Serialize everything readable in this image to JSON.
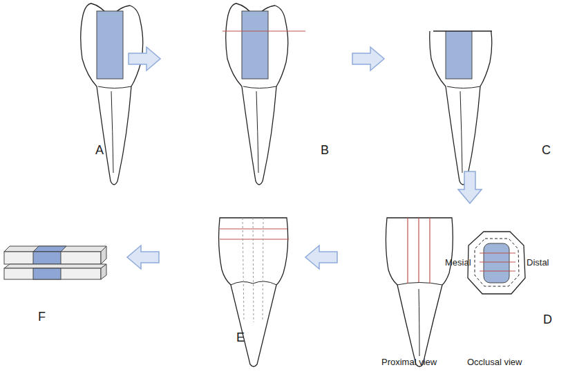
{
  "diagram": {
    "labels": [
      "A",
      "B",
      "C",
      "Mesial",
      "Distal",
      "F",
      "E",
      "D",
      "Proximal view",
      "Occlusal view"
    ]
  }
}
